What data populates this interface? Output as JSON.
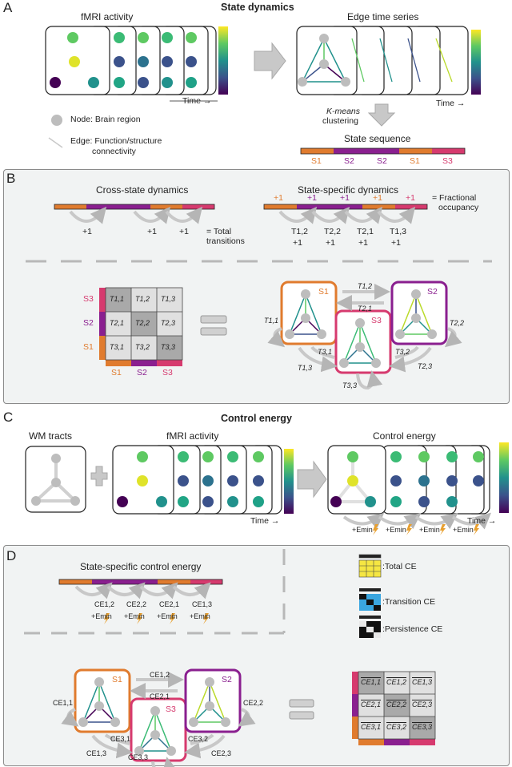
{
  "panels": {
    "A": {
      "letter": "A",
      "title": "State dynamics",
      "fmri_label": "fMRI activity",
      "edge_label": "Edge time series",
      "time_label_1": "Time →",
      "time_label_2": "Time →",
      "node_legend": "Node: Brain region",
      "edge_legend_1": "Edge: Function/structure",
      "edge_legend_2": "connectivity",
      "kmeans_1": "K-means",
      "kmeans_2": "clustering",
      "sequence_title": "State sequence",
      "sequence": [
        "S1",
        "S2",
        "S2",
        "S1",
        "S3"
      ]
    },
    "B": {
      "letter": "B",
      "cross_title": "Cross-state dynamics",
      "specific_title": "State-specific dynamics",
      "plus_one": "+1",
      "total_1": "= Total",
      "total_2": "transitions",
      "fractional_1": "= Fractional",
      "fractional_2": "occupancy",
      "transitions": [
        "T1,2",
        "T2,2",
        "T2,1",
        "T1,3"
      ],
      "matrix_rows": [
        "S3",
        "S2",
        "S1"
      ],
      "matrix_cols": [
        "S1",
        "S2",
        "S3"
      ],
      "matrix_cells": [
        [
          "T1,1",
          "T1,2",
          "T1,3"
        ],
        [
          "T2,1",
          "T2,2",
          "T2,3"
        ],
        [
          "T3,1",
          "T3,2",
          "T3,3"
        ]
      ],
      "state_labels": [
        "S1",
        "S2",
        "S3"
      ]
    },
    "C": {
      "letter": "C",
      "title": "Control energy",
      "wm_label": "WM tracts",
      "fmri_label": "fMRI activity",
      "ce_label": "Control energy",
      "time_label_1": "Time →",
      "time_label_2": "Time →",
      "emin": "+Emin"
    },
    "D": {
      "letter": "D",
      "title": "State-specific control energy",
      "ce_items": [
        "CE1,2",
        "CE2,2",
        "CE2,1",
        "CE1,3"
      ],
      "legend": [
        ":Total CE",
        ":Transition CE",
        ":Persistence CE"
      ],
      "matrix_cells": [
        [
          "CE1,1",
          "CE1,2",
          "CE1,3"
        ],
        [
          "CE2,1",
          "CE2,2",
          "CE2,3"
        ],
        [
          "CE3,1",
          "CE3,2",
          "CE3,3"
        ]
      ],
      "state_labels": [
        "S1",
        "S2",
        "S3"
      ]
    }
  },
  "colors": {
    "s1": "#e07b2e",
    "s2": "#8a1f8f",
    "s3": "#d63a6e",
    "panel_bg": "#f1f3f3",
    "node_grey": "#bdbdbd",
    "arrow_grey": "#c8c8c8"
  }
}
